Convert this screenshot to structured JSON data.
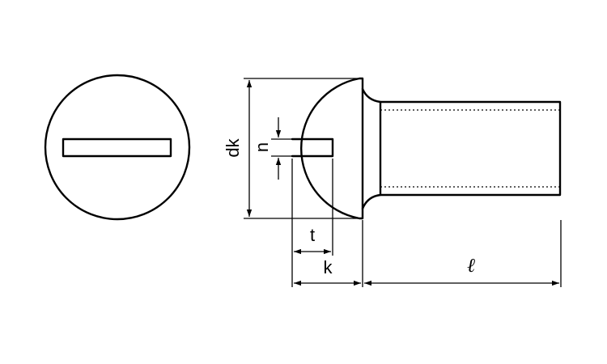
{
  "labels": {
    "head_diameter": "dk",
    "slot_width": "n",
    "slot_depth": "t",
    "head_height": "k",
    "length": "ℓ"
  }
}
